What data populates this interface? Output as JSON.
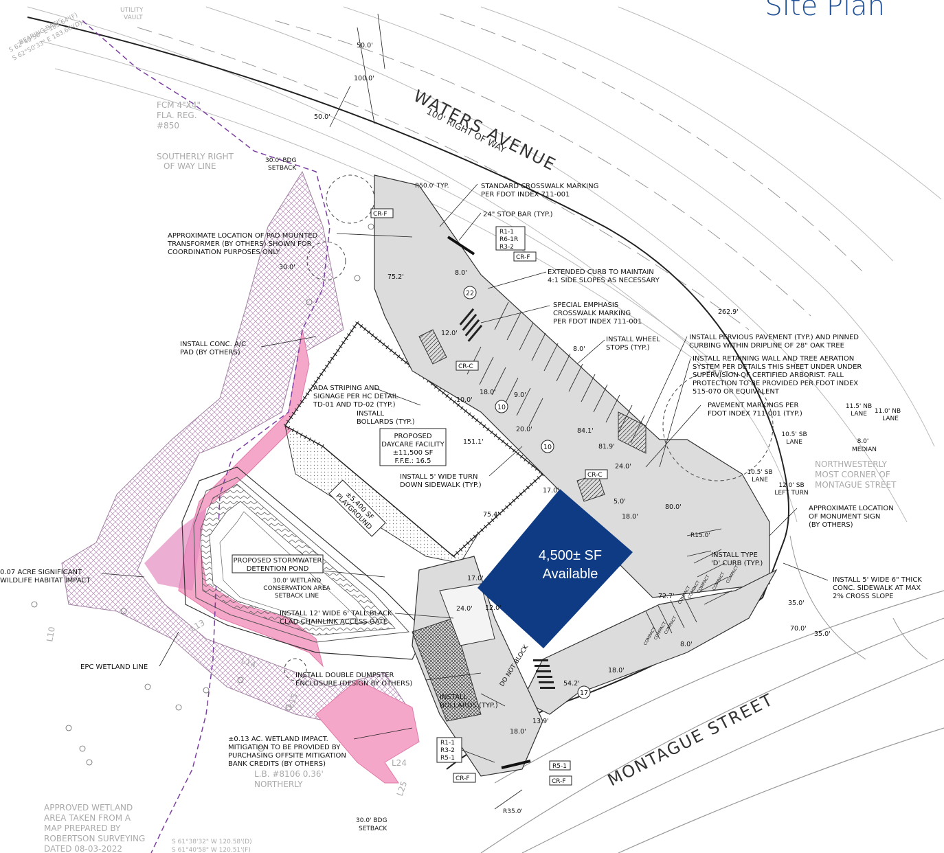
{
  "page": {
    "title": "Site Plan"
  },
  "streets": {
    "waters": "WATERS AVENUE",
    "waters_row": "100' RIGHT OF WAY",
    "montague": "MONTAGUE STREET"
  },
  "available": {
    "area": "4,500± SF",
    "status": "Available",
    "color": "#0e3b83"
  },
  "building": {
    "line1": "PROPOSED",
    "line2": "DAYCARE FACILITY",
    "line3": "±11,500 SF",
    "line4": "F.F.E.: 16.5"
  },
  "playground": {
    "line1": "±5,400 SF",
    "line2": "PLAYGROUND"
  },
  "pond": {
    "line1": "PROPOSED STORMWATER",
    "line2": "DETENTION POND"
  },
  "callouts": {
    "utility_vault": [
      "UTILITY",
      "VAULT"
    ],
    "bearing": [
      "BEARING BASIS",
      "S 62°49'50\" E 183.64'(F)",
      "S 62°50'33\" E 183.66'(D)"
    ],
    "fcm": [
      "FCM 4\"X4\"",
      "FLA. REG.",
      "#850"
    ],
    "southerly_row": [
      "SOUTHERLY RIGHT",
      "OF WAY LINE"
    ],
    "bdg_setback_top": [
      "30.0' BDG",
      "SETBACK"
    ],
    "r50": "R50.0' TYP.",
    "crosswalk_std": [
      "STANDARD CROSSWALK MARKING",
      "PER FDOT INDEX 711-001"
    ],
    "stop_bar": "24\" STOP BAR (TYP.)",
    "signs_top": [
      "R1-1",
      "R6-1R",
      "R3-2"
    ],
    "transformer": [
      "APPROXIMATE LOCATION OF PAD MOUNTED",
      "TRANSFORMER (BY OTHERS) SHOWN FOR",
      "COORDINATION PURPOSES ONLY"
    ],
    "ext_curb": [
      "EXTENDED CURB TO MAINTAIN",
      "4:1 SIDE SLOPES AS NECESSARY"
    ],
    "special_crosswalk": [
      "SPECIAL EMPHASIS",
      "CROSSWALK MARKING",
      "PER FDOT INDEX 711-001"
    ],
    "ac_pad": [
      "INSTALL CONC. A/C",
      "PAD (BY OTHERS)"
    ],
    "wheel_stops": [
      "INSTALL WHEEL",
      "STOPS (TYP.)"
    ],
    "pervious": [
      "INSTALL PERVIOUS PAVEMENT (TYP.) AND PINNED",
      "CURBING WITHIN DRIPLINE OF 28\" OAK TREE"
    ],
    "retaining": [
      "INSTALL RETAINING WALL AND TREE AERATION",
      "SYSTEM PER DETAILS THIS SHEET UNDER UNDER",
      "SUPERVISION OF CERTIFIED ARBORIST. FALL",
      "PROTECTION TO BE PROVIDED PER FDOT INDEX",
      "515-070 OR EQUIVALENT"
    ],
    "ada": [
      "ADA STRIPING AND",
      "SIGNAGE PER HC DETAIL",
      "TD-01 AND TD-02 (TYP.)"
    ],
    "bollards_mid": [
      "INSTALL",
      "BOLLARDS (TYP.)"
    ],
    "pavement_markings": [
      "PAVEMENT MARKINGS PER",
      "FDOT INDEX 711-001 (TYP.)"
    ],
    "turn_down": [
      "INSTALL 5' WIDE TURN",
      "DOWN SIDEWALK (TYP.)"
    ],
    "monument": [
      "APPROXIMATE LOCATION",
      "OF MONUMENT SIGN",
      "(BY OTHERS)"
    ],
    "curb_d": [
      "INSTALL TYPE",
      "'D' CURB (TYP.)"
    ],
    "sidewalk_6": [
      "INSTALL 5' WIDE 6\" THICK",
      "CONC. SIDEWALK AT MAX",
      "2% CROSS SLOPE"
    ],
    "wetland_impact": [
      "0.07 ACRE SIGNIFICANT",
      "WILDLIFE HABITAT IMPACT"
    ],
    "conservation": [
      "30.0' WETLAND",
      "CONSERVATION AREA",
      "SETBACK LINE"
    ],
    "gate": [
      "INSTALL 12' WIDE 6' TALL BLACK",
      "CLAD CHAINLINK ACCESS GATE"
    ],
    "epc": "EPC WETLAND LINE",
    "dumpster": [
      "INSTALL DOUBLE DUMPSTER",
      "ENCLOSURE (DESIGN BY OTHERS)"
    ],
    "bollards_low": [
      "INSTALL",
      "BOLLARDS (TYP.)"
    ],
    "mitigation": [
      "±0.13 AC. WETLAND IMPACT.",
      "MITIGATION TO BE PROVIDED BY",
      "PURCHASING OFFSITE MITIGATION",
      "BANK CREDITS (BY OTHERS)"
    ],
    "signs_low": [
      "R1-1",
      "R3-2",
      "R5-1"
    ],
    "r5": "R5-1",
    "crf": "CR-F",
    "crc": "CR-C",
    "r35": "R35.0'",
    "r15": "R15.0'",
    "bdg_setback_low": [
      "30.0' BDG",
      "SETBACK"
    ],
    "approved_wetland": [
      "APPROVED WETLAND",
      "AREA TAKEN FROM A",
      "MAP PREPARED BY",
      "ROBERTSON SURVEYING",
      "DATED 08-03-2022"
    ],
    "lb": [
      "L.B. #8106 0.36'",
      "NORTHERLY"
    ],
    "coords_bottom": [
      "S 61°38'32\" W 120.58'(D)",
      "S 61°40'58\" W 120.51'(F)"
    ],
    "nw_corner": [
      "NORTHWESTERLY",
      "MOST CORNER OF",
      "MONTAGUE STREET"
    ],
    "lanes": {
      "nb1": [
        "11.5' NB",
        "LANE"
      ],
      "nb2": [
        "11.0' NB",
        "LANE"
      ],
      "sb1": [
        "10.5' SB",
        "LANE"
      ],
      "median": [
        "8.0'",
        "MEDIAN"
      ],
      "sb2": [
        "10.5' SB",
        "LANE"
      ],
      "sb3": [
        "12.0' SB",
        "LEFT TURN"
      ]
    },
    "do_not_block": "DO NOT BLOCK",
    "compact": "COMPACT"
  },
  "dimensions": [
    "50.0'",
    "100.0'",
    "50.0'",
    "30.0'",
    "75.2'",
    "8.0'",
    "12.0'",
    "262.9'",
    "8.0'",
    "10.0'",
    "18.0'",
    "9.0'",
    "20.0'",
    "84.1'",
    "81.9'",
    "151.1'",
    "24.0'",
    "17.0'",
    "75.4'",
    "5.0'",
    "18.0'",
    "80.0'",
    "17.0'",
    "24.0'",
    "12.0'",
    "72.7'",
    "8.0'",
    "18.0'",
    "54.2'",
    "13.9'",
    "18.0'",
    "35.0'",
    "70.0'",
    "35.0'"
  ],
  "space_counts": [
    "22",
    "10",
    "10",
    "17"
  ],
  "wetland_lines": [
    "L10",
    "L13",
    "L14",
    "L15",
    "L24",
    "L25"
  ]
}
